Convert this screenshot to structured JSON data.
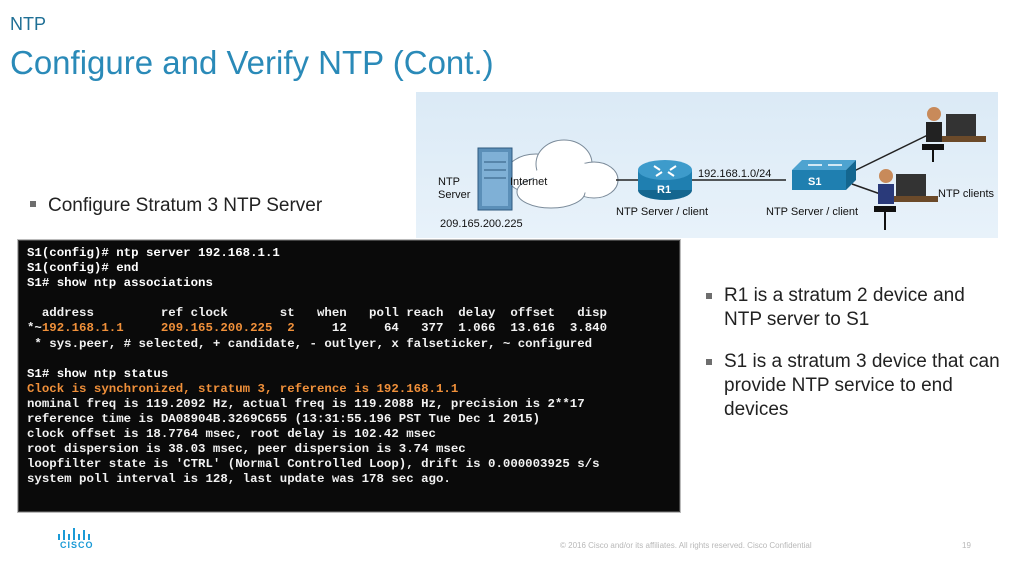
{
  "header": {
    "section": "NTP",
    "title": "Configure and Verify NTP (Cont.)"
  },
  "bullet_left": "Configure Stratum 3 NTP Server",
  "diagram": {
    "ntp_server_label": "NTP\nServer",
    "internet_label": "Internet",
    "server_ip": "209.165.200.225",
    "r1_label": "R1",
    "r1_caption": "NTP Server / client",
    "network": "192.168.1.0/24",
    "s1_label": "S1",
    "s1_caption": "NTP Server / client",
    "clients_label": "NTP clients"
  },
  "terminal": {
    "lines": [
      {
        "text": "S1(config)# ntp server 192.168.1.1",
        "style": "cmd"
      },
      {
        "text": "S1(config)# end",
        "style": "cmd"
      },
      {
        "text": "S1# show ntp associations",
        "style": "cmd"
      },
      {
        "text": "",
        "style": ""
      },
      {
        "text": "  address         ref clock       st   when   poll reach  delay  offset   disp",
        "style": ""
      },
      {
        "text": "*~192.168.1.1     209.165.200.225  2     12     64   377  1.066  13.616  3.840",
        "style": "mixed"
      },
      {
        "text": " * sys.peer, # selected, + candidate, - outlyer, x falseticker, ~ configured",
        "style": ""
      },
      {
        "text": "",
        "style": ""
      },
      {
        "text": "S1# show ntp status",
        "style": "cmd"
      },
      {
        "text": "Clock is synchronized, stratum 3, reference is 192.168.1.1",
        "style": "hl"
      },
      {
        "text": "nominal freq is 119.2092 Hz, actual freq is 119.2088 Hz, precision is 2**17",
        "style": ""
      },
      {
        "text": "reference time is DA08904B.3269C655 (13:31:55.196 PST Tue Dec 1 2015)",
        "style": ""
      },
      {
        "text": "clock offset is 18.7764 msec, root delay is 102.42 msec",
        "style": ""
      },
      {
        "text": "root dispersion is 38.03 msec, peer dispersion is 3.74 msec",
        "style": ""
      },
      {
        "text": "loopfilter state is 'CTRL' (Normal Controlled Loop), drift is 0.000003925 s/s",
        "style": ""
      },
      {
        "text": "system poll interval is 128, last update was 178 sec ago.",
        "style": ""
      }
    ]
  },
  "bullets_right": [
    "R1 is a stratum 2 device and NTP server to S1",
    "S1 is a stratum 3 device that can provide NTP service to end devices"
  ],
  "footer": {
    "copyright": "© 2016  Cisco and/or its affiliates. All rights reserved.   Cisco Confidential",
    "page": "19",
    "logo_text": "CISCO"
  },
  "colors": {
    "title": "#2a8ab8",
    "terminal_highlight": "#f0903a",
    "router": "#1f7fb0"
  }
}
